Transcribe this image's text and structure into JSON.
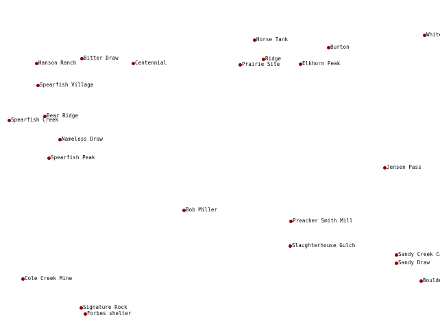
{
  "map": {
    "marker_color": "#8b0000",
    "label_color": "#000000",
    "background_color": "#ffffff",
    "places": [
      {
        "name": "Horse Tank"
      },
      {
        "name": "White"
      },
      {
        "name": "Burton"
      },
      {
        "name": "Bitter Draw"
      },
      {
        "name": "Hanson Ranch"
      },
      {
        "name": "Centennial"
      },
      {
        "name": "Ridge"
      },
      {
        "name": "Prairie Site"
      },
      {
        "name": "Elkhorn Peak"
      },
      {
        "name": "Spearfish Village"
      },
      {
        "name": "Bear Ridge"
      },
      {
        "name": "Spearfish Creek"
      },
      {
        "name": "Nameless Draw"
      },
      {
        "name": "Spearfish Peak"
      },
      {
        "name": "Jensen Pass"
      },
      {
        "name": "Bob Miller"
      },
      {
        "name": "Preacher Smith Mill"
      },
      {
        "name": "Slaughterhouse Gulch"
      },
      {
        "name": "Sandy Creek Cav"
      },
      {
        "name": "Sandy Draw"
      },
      {
        "name": "Cole Creek Mine"
      },
      {
        "name": "Boulde"
      },
      {
        "name": "Signature Rock"
      },
      {
        "name": "Forbes shelter"
      }
    ]
  }
}
